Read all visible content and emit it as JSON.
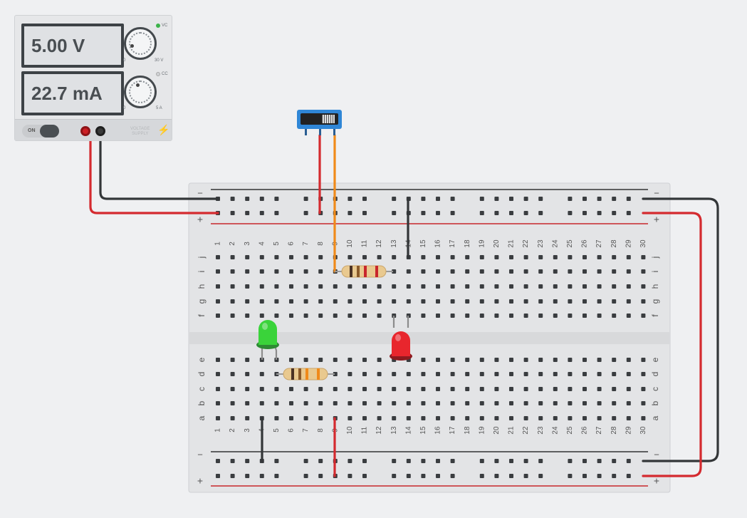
{
  "power_supply": {
    "voltage_display": "5.00 V",
    "current_display": "22.7 mA",
    "voltage_knob_min": "0",
    "voltage_knob_max": "30 V",
    "current_knob_min": "0",
    "current_knob_max": "5 A",
    "vc_indicator": "VC",
    "cc_indicator": "CC",
    "on_label": "ON",
    "brand_label_line1": "VOLTAGE",
    "brand_label_line2": "SUPPLY",
    "colors": {
      "vc_led": "#3cb34a",
      "positive_terminal": "#cc1f25",
      "negative_terminal": "#3a3a3a"
    }
  },
  "breadboard": {
    "column_numbers": [
      "1",
      "2",
      "3",
      "4",
      "5",
      "6",
      "7",
      "8",
      "9",
      "10",
      "11",
      "12",
      "13",
      "14",
      "15",
      "16",
      "17",
      "18",
      "19",
      "20",
      "21",
      "22",
      "23",
      "24",
      "25",
      "26",
      "27",
      "28",
      "29",
      "30"
    ],
    "upper_row_letters": [
      "j",
      "i",
      "h",
      "g",
      "f"
    ],
    "lower_row_letters": [
      "e",
      "d",
      "c",
      "b",
      "a"
    ],
    "rail_minus": "−",
    "rail_plus": "+"
  },
  "components": {
    "switch": "slide-switch",
    "led_green_color": "#3ad33a",
    "led_red_color": "#e8262d",
    "wire_colors": {
      "red": "#d42a2f",
      "black": "#333638",
      "orange": "#f08a1a"
    }
  }
}
